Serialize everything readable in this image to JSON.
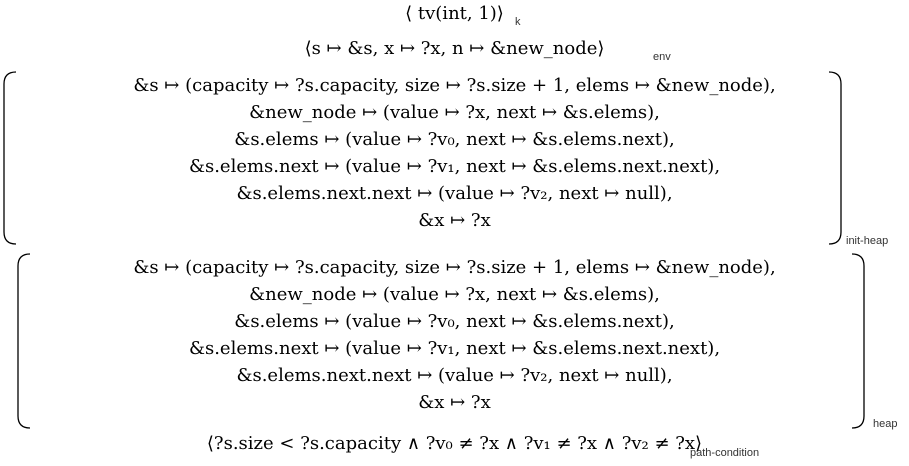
{
  "k_cell": {
    "content": "⟨ tv(int, 1)⟩",
    "sub": "k"
  },
  "env_cell": {
    "content": "⟨s ↦ &s, x ↦ ?x, n ↦ &new_node⟩",
    "sub": "env"
  },
  "init_heap": {
    "sub": "init-heap",
    "lines": [
      "&s ↦ (capacity ↦ ?s.capacity, size ↦ ?s.size + 1, elems ↦ &new_node),",
      "&new_node ↦ (value ↦ ?x, next ↦ &s.elems),",
      "&s.elems ↦ (value ↦ ?v₀, next ↦ &s.elems.next),",
      "&s.elems.next ↦ (value ↦ ?v₁, next ↦ &s.elems.next.next),",
      "&s.elems.next.next ↦ (value ↦ ?v₂, next ↦ null),",
      "&x ↦ ?x"
    ]
  },
  "heap": {
    "sub": "heap",
    "lines": [
      "&s ↦ (capacity ↦ ?s.capacity, size ↦ ?s.size + 1, elems ↦ &new_node),",
      "&new_node ↦ (value ↦ ?x, next ↦ &s.elems),",
      "&s.elems ↦ (value ↦ ?v₀, next ↦ &s.elems.next),",
      "&s.elems.next ↦ (value ↦ ?v₁, next ↦ &s.elems.next.next),",
      "&s.elems.next.next ↦ (value ↦ ?v₂, next ↦ null),",
      "&x ↦ ?x"
    ]
  },
  "path_condition": {
    "content": "⟨?s.size < ?s.capacity ∧ ?v₀ ≠ ?x ∧ ?v₁ ≠ ?x ∧ ?v₂ ≠ ?x⟩",
    "sub": "path-condition"
  }
}
